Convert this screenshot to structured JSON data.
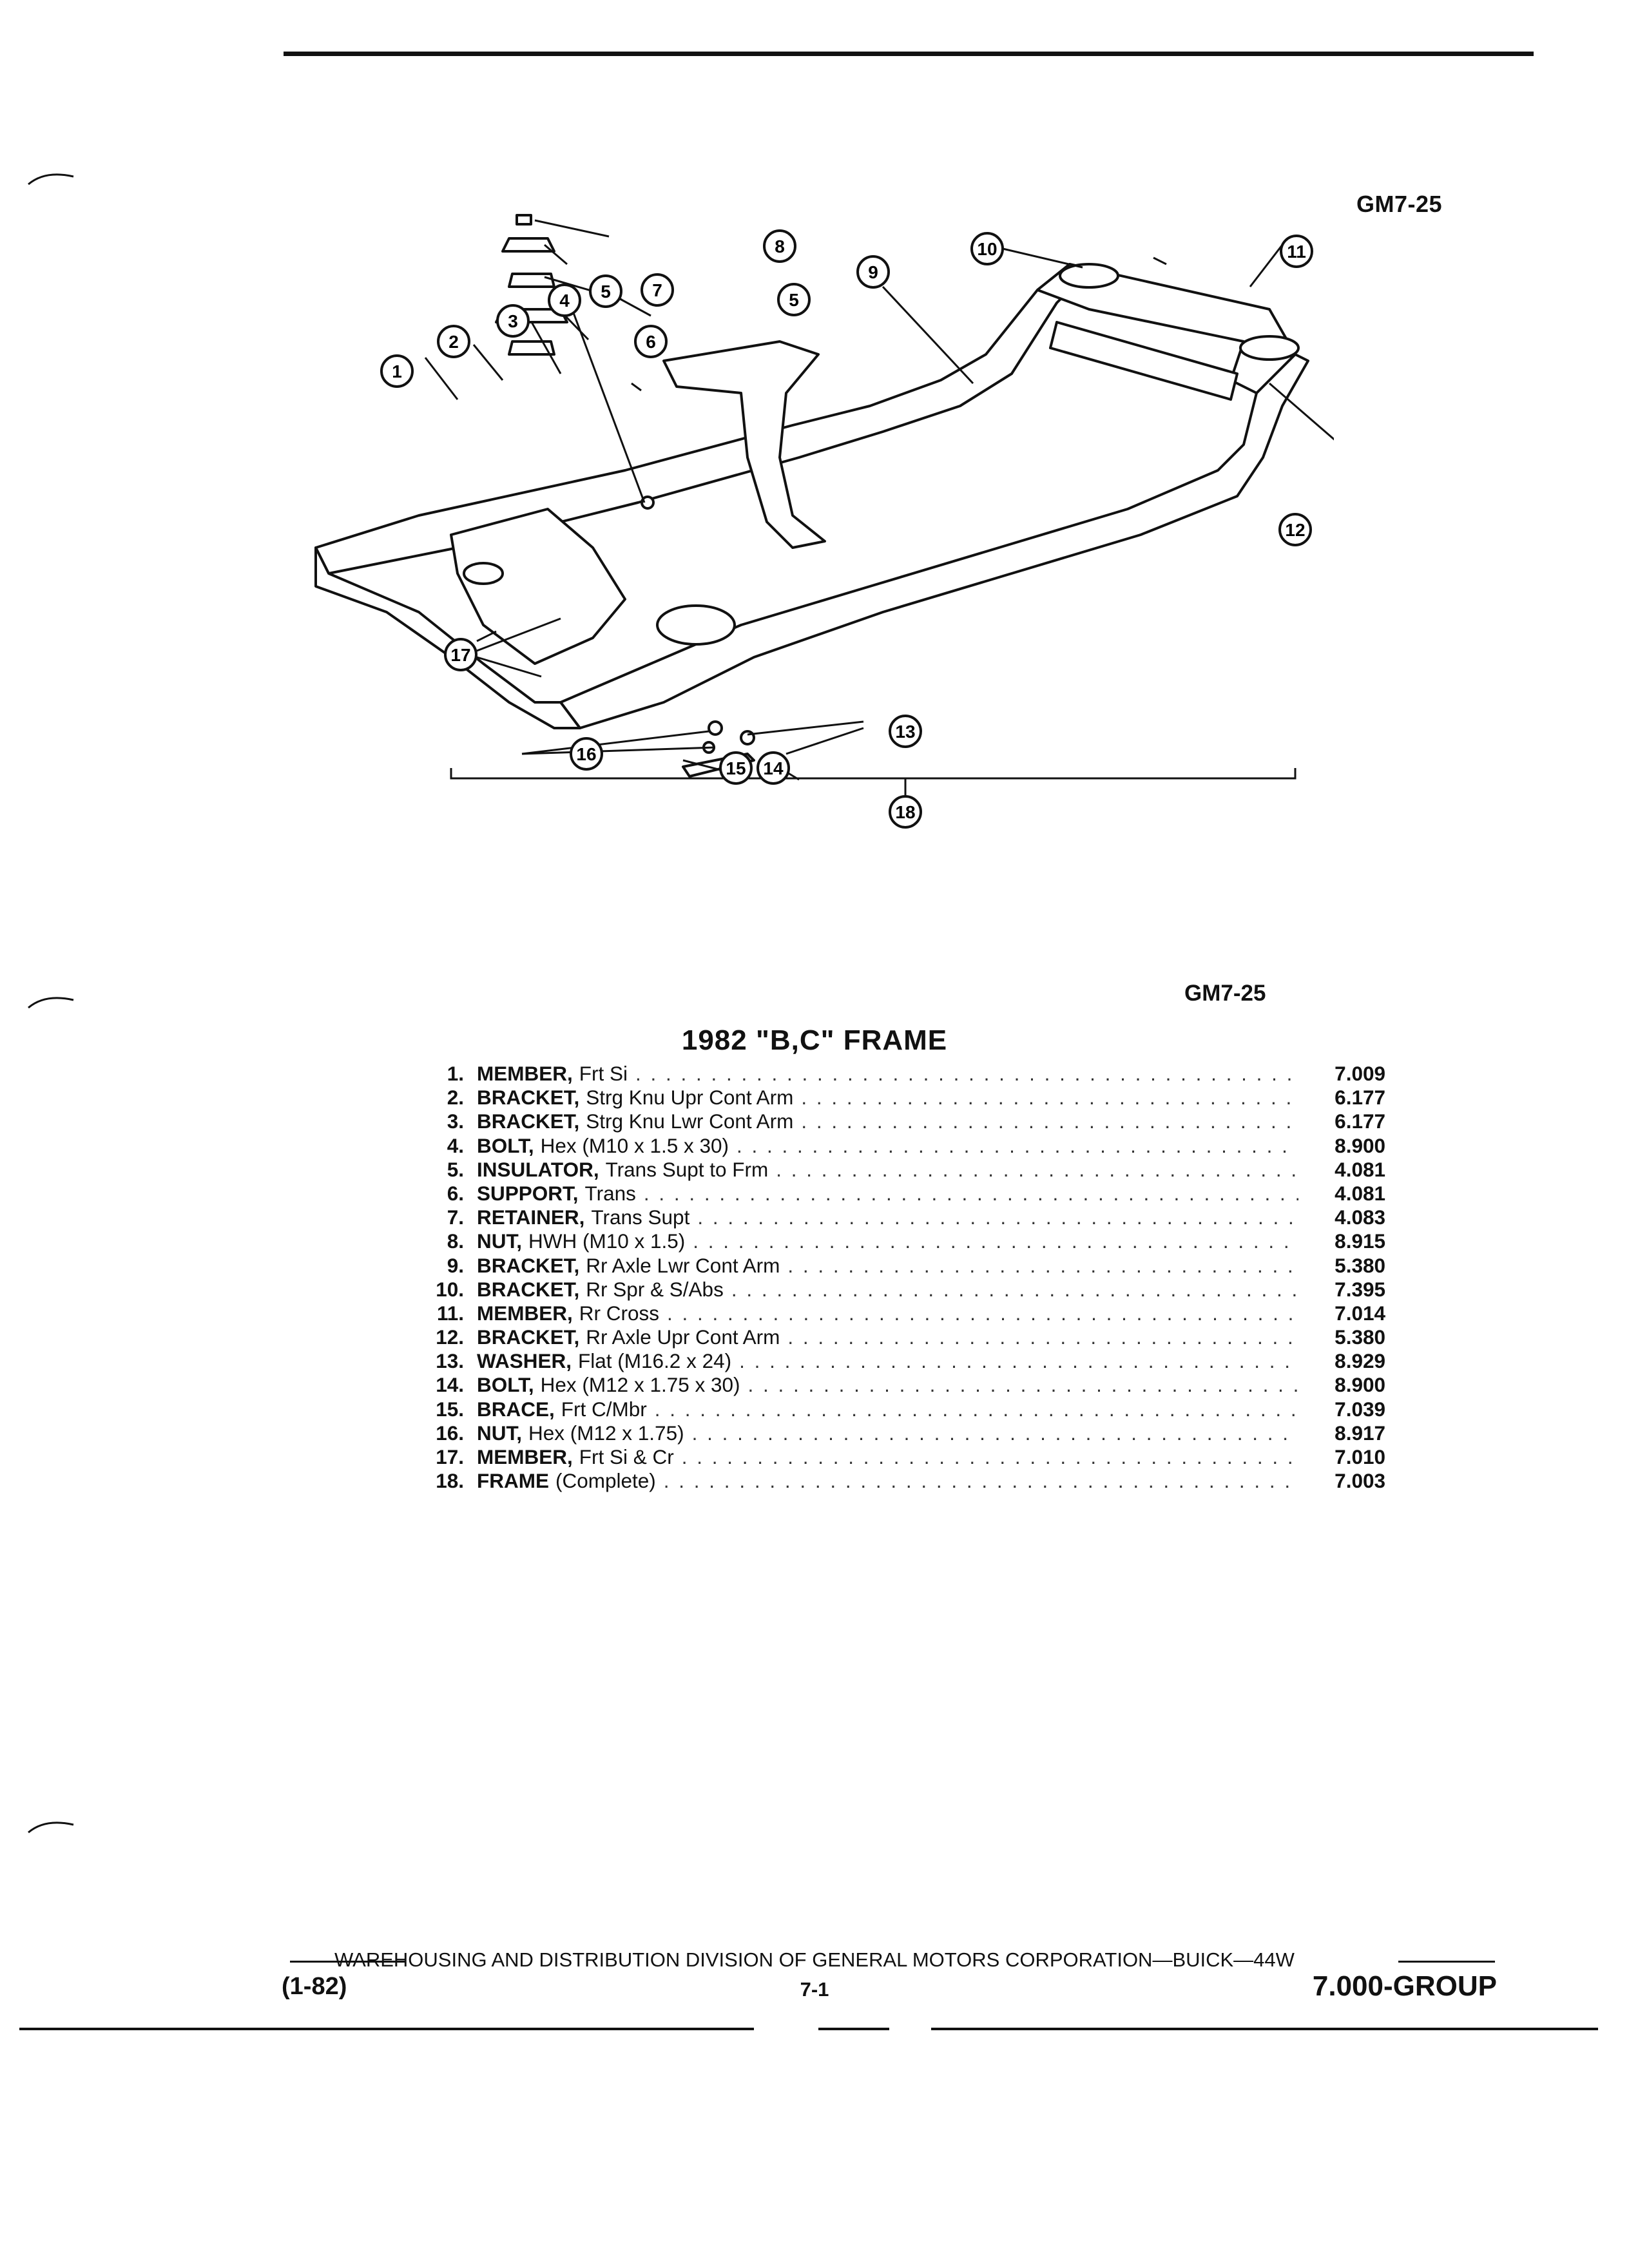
{
  "diagram_code": "GM7-25",
  "figure_code": "GM7-25",
  "title": "1982 \"B,C\" FRAME",
  "callouts": [
    "1",
    "2",
    "3",
    "4",
    "5",
    "5",
    "6",
    "7",
    "8",
    "9",
    "10",
    "11",
    "12",
    "13",
    "14",
    "15",
    "16",
    "17",
    "18"
  ],
  "parts": [
    {
      "num": "1.",
      "name": "MEMBER,",
      "desc": "Frt Si",
      "code": "7.009"
    },
    {
      "num": "2.",
      "name": "BRACKET,",
      "desc": "Strg Knu Upr Cont Arm",
      "code": "6.177"
    },
    {
      "num": "3.",
      "name": "BRACKET,",
      "desc": "Strg Knu Lwr Cont Arm",
      "code": "6.177"
    },
    {
      "num": "4.",
      "name": "BOLT,",
      "desc": "Hex (M10 x 1.5 x 30)",
      "code": "8.900"
    },
    {
      "num": "5.",
      "name": "INSULATOR,",
      "desc": "Trans Supt to Frm",
      "code": "4.081"
    },
    {
      "num": "6.",
      "name": "SUPPORT,",
      "desc": "Trans",
      "code": "4.081"
    },
    {
      "num": "7.",
      "name": "RETAINER,",
      "desc": "Trans Supt",
      "code": "4.083"
    },
    {
      "num": "8.",
      "name": "NUT,",
      "desc": "HWH (M10 x 1.5)",
      "code": "8.915"
    },
    {
      "num": "9.",
      "name": "BRACKET,",
      "desc": "Rr Axle Lwr Cont Arm",
      "code": "5.380"
    },
    {
      "num": "10.",
      "name": "BRACKET,",
      "desc": "Rr Spr & S/Abs",
      "code": "7.395"
    },
    {
      "num": "11.",
      "name": "MEMBER,",
      "desc": "Rr Cross",
      "code": "7.014"
    },
    {
      "num": "12.",
      "name": "BRACKET,",
      "desc": "Rr Axle Upr Cont Arm",
      "code": "5.380"
    },
    {
      "num": "13.",
      "name": "WASHER,",
      "desc": "Flat (M16.2 x 24)",
      "code": "8.929"
    },
    {
      "num": "14.",
      "name": "BOLT,",
      "desc": "Hex (M12 x 1.75 x 30)",
      "code": "8.900"
    },
    {
      "num": "15.",
      "name": "BRACE,",
      "desc": "Frt C/Mbr",
      "code": "7.039"
    },
    {
      "num": "16.",
      "name": "NUT,",
      "desc": "Hex (M12 x 1.75)",
      "code": "8.917"
    },
    {
      "num": "17.",
      "name": "MEMBER,",
      "desc": "Frt Si & Cr",
      "code": "7.010"
    },
    {
      "num": "18.",
      "name": "FRAME",
      "desc": "(Complete)",
      "code": "7.003"
    }
  ],
  "footer": {
    "division": "WAREHOUSING AND DISTRIBUTION DIVISION OF GENERAL MOTORS CORPORATION—BUICK—44W",
    "date": "(1-82)",
    "page": "7-1",
    "group": "7.000-GROUP"
  }
}
